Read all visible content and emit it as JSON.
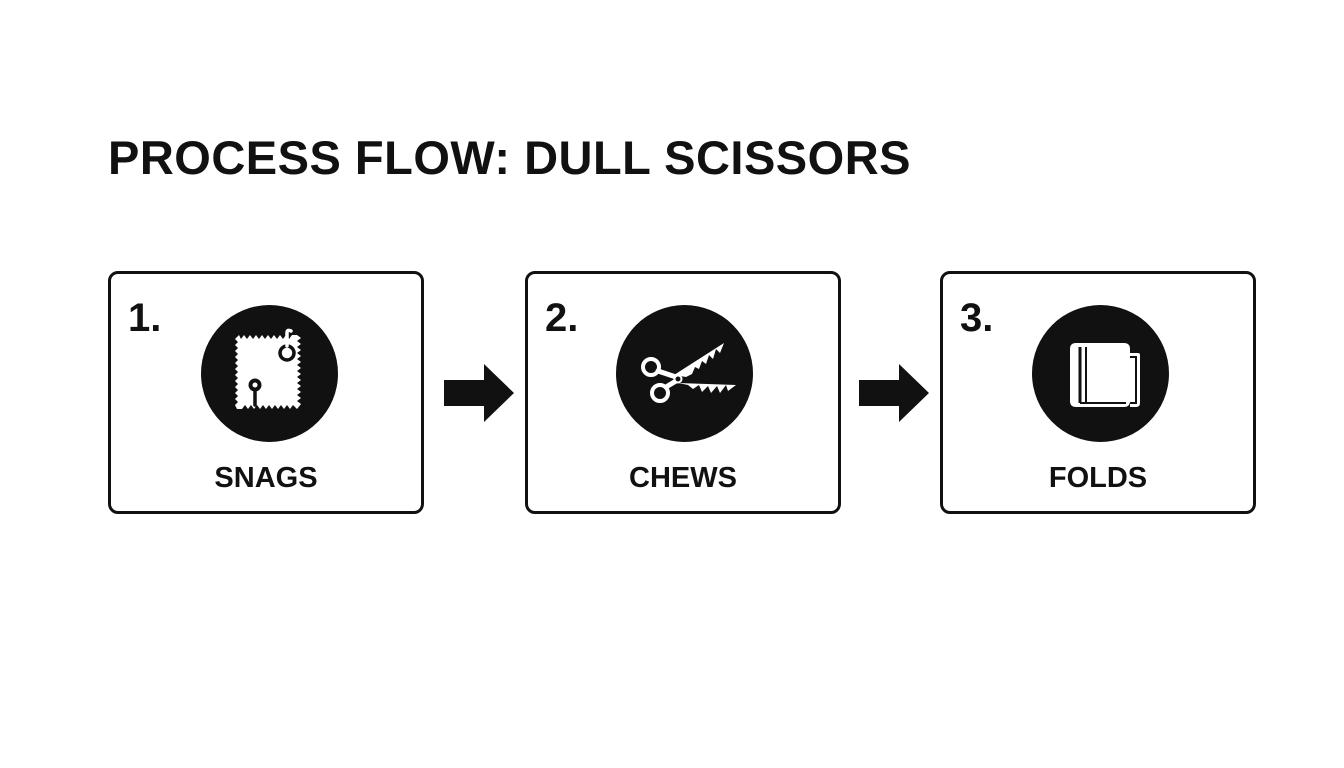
{
  "title": "PROCESS FLOW: DULL SCISSORS",
  "steps": [
    {
      "number": "1.",
      "label": "SNAGS",
      "icon": "snagged-fabric-icon"
    },
    {
      "number": "2.",
      "label": "CHEWS",
      "icon": "chewing-scissors-icon"
    },
    {
      "number": "3.",
      "label": "FOLDS",
      "icon": "folded-paper-icon"
    }
  ],
  "colors": {
    "foreground": "#111111",
    "background": "#ffffff"
  }
}
